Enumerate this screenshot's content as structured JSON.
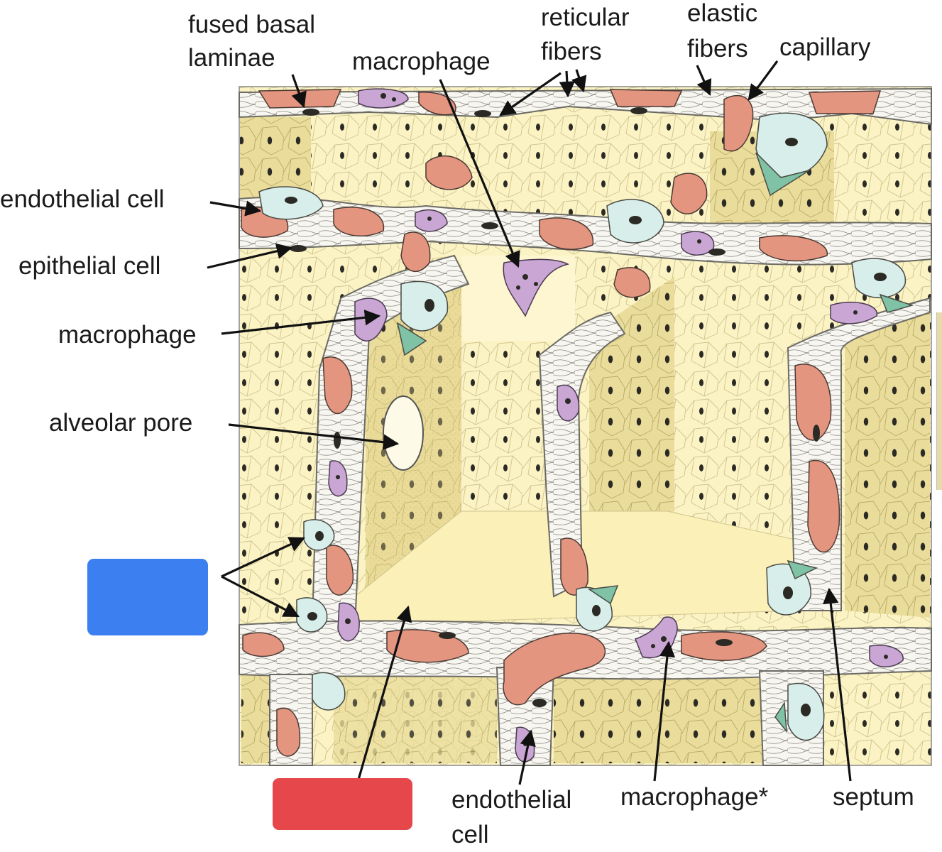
{
  "labels": {
    "fused_basal_laminae_1": "fused basal",
    "fused_basal_laminae_2": "laminae",
    "macrophage_top": "macrophage",
    "reticular_fibers_1": "reticular",
    "reticular_fibers_2": "fibers",
    "elastic_fibers_1": "elastic",
    "elastic_fibers_2": "fibers",
    "capillary": "capillary",
    "endothelial_cell_left": "endothelial cell",
    "epithelial_cell": "epithelial cell",
    "macrophage_left": "macrophage",
    "alveolar_pore": "alveolar pore",
    "endothelial_cell_bottom_1": "endothelial",
    "endothelial_cell_bottom_2": "cell",
    "macrophage_bottom": "macrophage*",
    "septum": "septum"
  },
  "answer_boxes": {
    "blue": {
      "color": "#3b7ff0"
    },
    "red": {
      "color": "#e5474b"
    }
  },
  "colors": {
    "alveolar_wall": "#fbf3c4",
    "alveolar_shadow": "#e6d690",
    "septum": "#f6f4ee",
    "capillary": "#e49580",
    "macrophage": "#c9a6d4",
    "pneumocyte": "#d7eeea",
    "pneumocyte_base": "#7fc2a5",
    "nucleus": "#2c2a24"
  }
}
